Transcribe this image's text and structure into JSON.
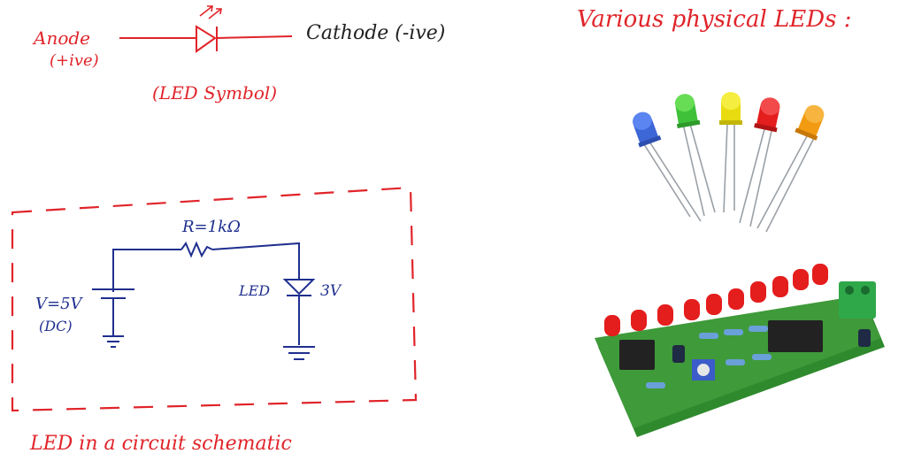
{
  "led_symbol": {
    "anode_label": "Anode",
    "anode_polarity": "(+ive)",
    "cathode_label": "Cathode (-ive)",
    "caption": "(LED Symbol)"
  },
  "schematic": {
    "resistor_label": "R=1kΩ",
    "source_label": "V=5V",
    "source_type": "(DC)",
    "led_label": "LED",
    "led_voltage": "3V",
    "caption": "LED in a circuit schematic"
  },
  "physical": {
    "title": "Various physical LEDs :",
    "led_colors": [
      "blue",
      "green",
      "yellow",
      "red",
      "orange"
    ]
  },
  "colors": {
    "annotation_red": "#e0242a",
    "schematic_blue": "#1f2f8f",
    "pcb_green": "#3f9a3a"
  }
}
